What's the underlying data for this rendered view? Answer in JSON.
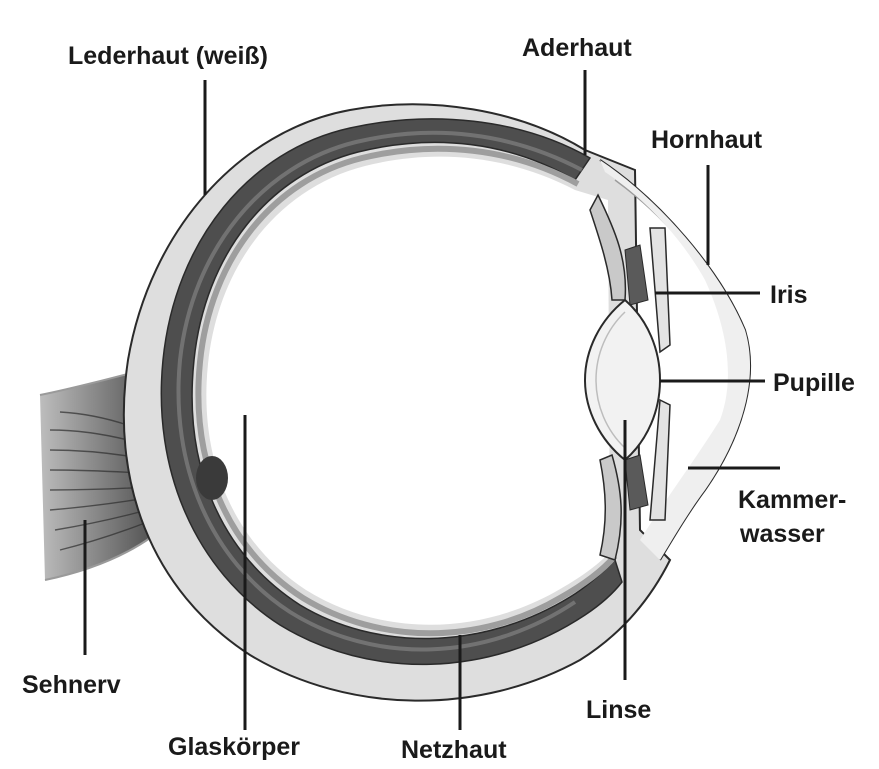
{
  "labels": {
    "sclera": "Lederhaut (weiß)",
    "choroid": "Aderhaut",
    "cornea": "Hornhaut",
    "iris": "Iris",
    "pupil": "Pupille",
    "aqueous_line1": "Kammer-",
    "aqueous_line2": "wasser",
    "optic_nerve": "Sehnerv",
    "vitreous": "Glaskörper",
    "retina": "Netzhaut",
    "lens": "Linse"
  },
  "colors": {
    "background": "#ffffff",
    "outline": "#2a2a2a",
    "sclera": "#dedede",
    "choroid": "#555555",
    "retina": "#8a8a8a",
    "lens": "#f2f2f2",
    "nerve": "#4a4a4a"
  }
}
